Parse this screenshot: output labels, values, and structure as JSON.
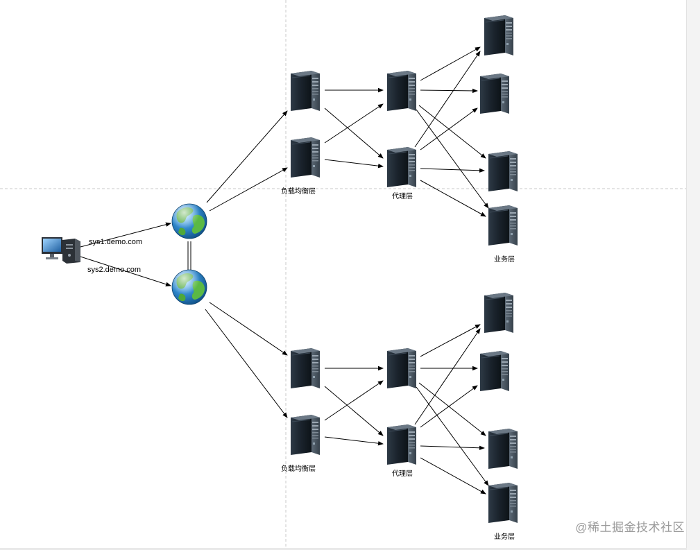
{
  "diagram": {
    "domains": [
      "sys1.demo.com",
      "sys2.demo.com"
    ],
    "layers": {
      "load_balance": "负载均衡层",
      "proxy": "代理层",
      "business": "业务层"
    }
  },
  "watermark": "@稀土掘金技术社区",
  "colors": {
    "page_background": "#ffffff",
    "grid_line": "#c8c8c8",
    "arrow": "#000000",
    "server_dark": "#1b2530",
    "globe_water": "#2c7fc2",
    "globe_land": "#4fa83a"
  },
  "icons": {
    "client": "desktop-computer-icon",
    "internet": "globe-icon",
    "server": "server-tower-icon"
  }
}
